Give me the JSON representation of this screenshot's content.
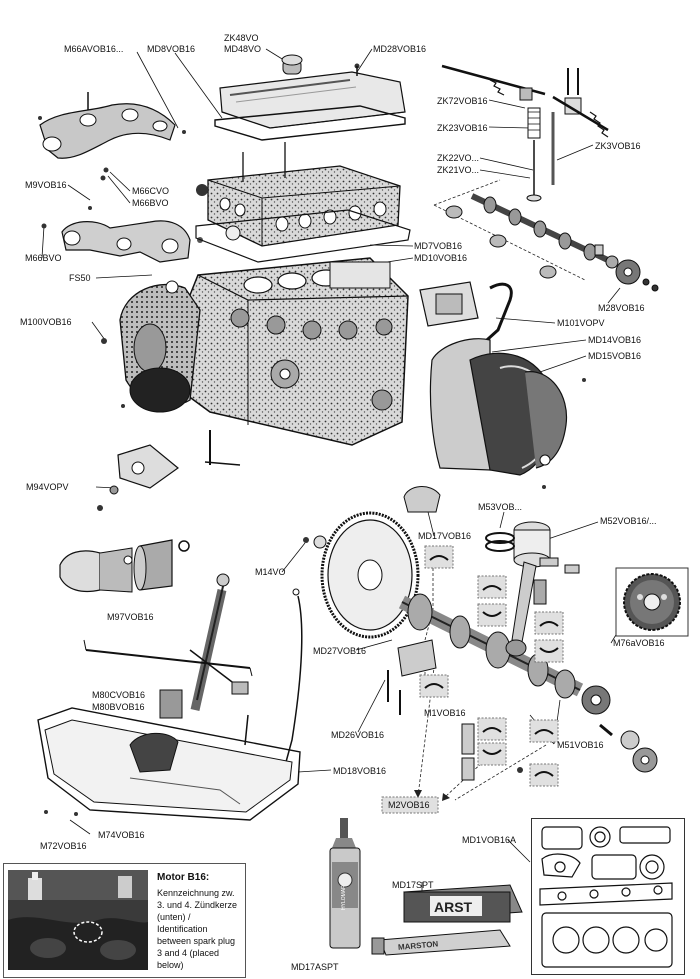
{
  "labels": {
    "zk48vo": "ZK48VO",
    "md48vo": "MD48VO",
    "m66avob16": "M66AVOB16...",
    "md8vob16": "MD8VOB16",
    "md28vob16": "MD28VOB16",
    "zk72vob16": "ZK72VOB16",
    "zk23vob16": "ZK23VOB16",
    "zk3vob16": "ZK3VOB16",
    "zk22vo": "ZK22VO...",
    "zk21vo": "ZK21VO...",
    "m9vob16": "M9VOB16",
    "m66cvo": "M66CVO",
    "m66bvo_r": "M66BVO",
    "m66bvo_l": "M66BVO",
    "md7vob16": "MD7VOB16",
    "md10vob16": "MD10VOB16",
    "fs50": "FS50",
    "m28vob16": "M28VOB16",
    "m100vob16": "M100VOB16",
    "m101vopv": "M101VOPV",
    "md14vob16": "MD14VOB16",
    "md15vob16": "MD15VOB16",
    "m94vopv": "M94VOPV",
    "m53vob": "M53VOB...",
    "m52vob16": "M52VOB16/...",
    "md17vob16": "MD17VOB16",
    "m14vo": "M14VO",
    "m97vob16": "M97VOB16",
    "m76avob16": "M76aVOB16",
    "md27vob16": "MD27VOB16",
    "m80cvob16": "M80CVOB16",
    "m80bvob16": "M80BVOB16",
    "m1vob16": "M1VOB16",
    "m51vob16": "M51VOB16",
    "md26vob16": "MD26VOB16",
    "md18vob16": "MD18VOB16",
    "m2vob16": "M2VOB16",
    "m72vob16": "M72VOB16",
    "m74vob16": "M74VOB16",
    "md1vob16a": "MD1VOB16A",
    "md17spt": "MD17SPT",
    "md17aspt": "MD17ASPT"
  },
  "inset": {
    "title": "Motor B16:",
    "lines": [
      "Kennzeichnung zw.",
      "3. und 4. Zündkerze",
      "(unten) /",
      "Identification",
      "between spark plug",
      "3 and 4 (placed",
      "below)"
    ]
  },
  "product_text": {
    "arst": "ARST",
    "marston": "MARSTON",
    "hylomar": "HYLOMAR"
  }
}
